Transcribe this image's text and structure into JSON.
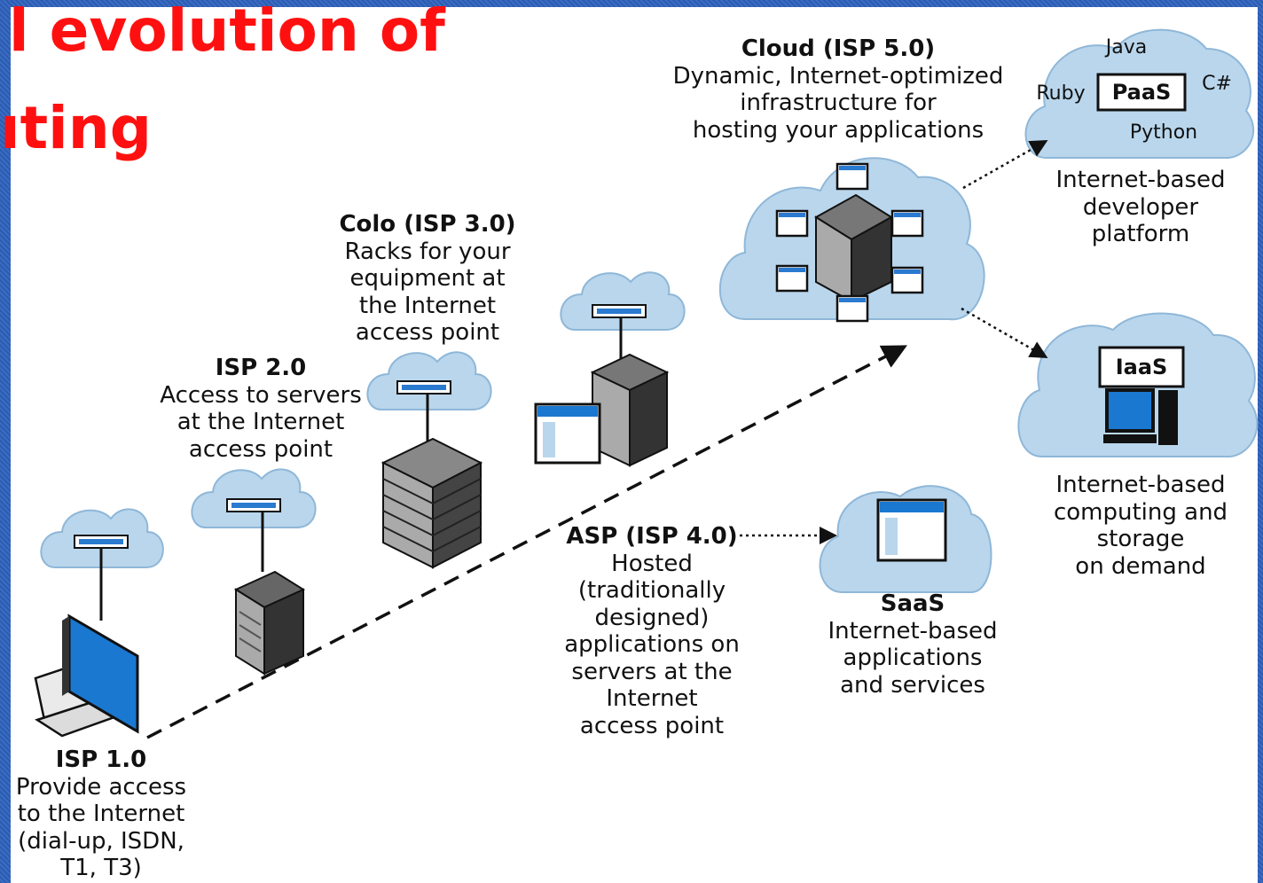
{
  "title": {
    "line1": "l evolution of",
    "line2": "ıting"
  },
  "stages": {
    "isp1": {
      "name": "ISP 1.0",
      "lines": [
        "Provide access",
        "to the Internet",
        "(dial-up, ISDN,",
        "T1, T3)"
      ]
    },
    "isp2": {
      "name": "ISP 2.0",
      "lines": [
        "Access to servers",
        "at the Internet",
        "access point"
      ]
    },
    "colo": {
      "name": "Colo (ISP 3.0)",
      "lines": [
        "Racks for your",
        "equipment at",
        "the Internet",
        "access point"
      ]
    },
    "asp": {
      "name": "ASP (ISP 4.0)",
      "lines": [
        "Hosted",
        "(traditionally",
        "designed)",
        "applications on",
        "servers at the",
        "Internet",
        "access point"
      ]
    },
    "cloud": {
      "name": "Cloud (ISP 5.0)",
      "lines": [
        "Dynamic, Internet-optimized",
        "infrastructure for",
        "hosting your applications"
      ]
    }
  },
  "services": {
    "paas": {
      "badge": "PaaS",
      "languages": [
        "Java",
        "Ruby",
        "C#",
        "Python"
      ],
      "lines": [
        "Internet-based",
        "developer",
        "platform"
      ]
    },
    "iaas": {
      "badge": "IaaS",
      "lines": [
        "Internet-based",
        "computing and",
        "storage",
        "on demand"
      ]
    },
    "saas": {
      "name": "SaaS",
      "lines": [
        "Internet-based",
        "applications",
        "and services"
      ]
    }
  },
  "colors": {
    "title": "#ff1010",
    "cloud_fill": "#b9d6ec",
    "cloud_stroke": "#8fb7d8",
    "screen_blue": "#1a78d0",
    "frame": "#2a5aa8"
  }
}
